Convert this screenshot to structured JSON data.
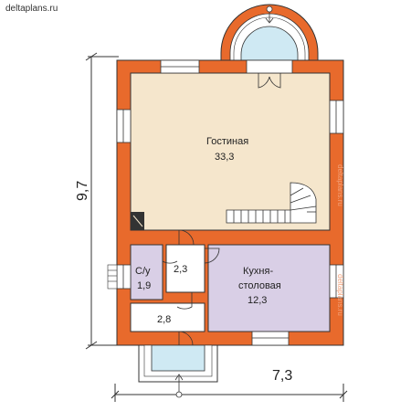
{
  "site": "deltaplans.ru",
  "watermark": "deltaplans.ru",
  "rooms": {
    "living": {
      "name": "Гостиная",
      "area": "33,3"
    },
    "kitchen": {
      "name_line1": "Кухня-",
      "name_line2": "столовая",
      "area": "12,3"
    },
    "bathroom": {
      "name": "С/у",
      "area": "1,9"
    },
    "hall": {
      "area": "2,3"
    },
    "vestibule": {
      "area": "2,8"
    }
  },
  "dimensions": {
    "height": "9,7",
    "width": "7,3"
  },
  "colors": {
    "brick": "#e86a2c",
    "living_floor": "#f5e6cc",
    "kitchen_floor": "#d9cfe6",
    "porch": "#cfe9f3",
    "line": "#333333"
  }
}
